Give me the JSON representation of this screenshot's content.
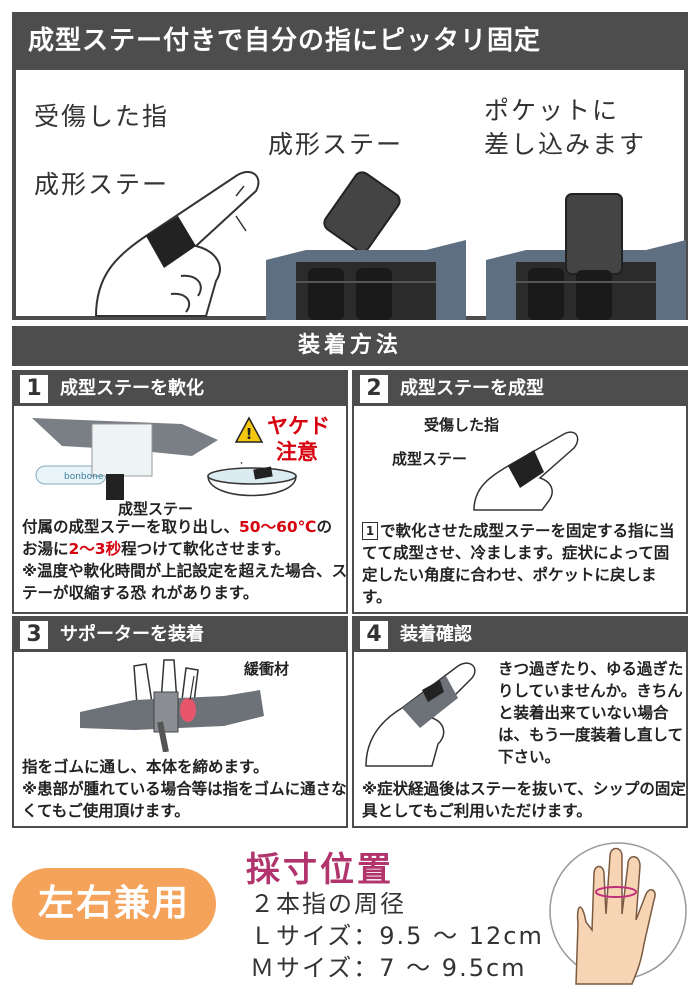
{
  "hero": {
    "title": "成型ステー付きで自分の指にピッタリ固定",
    "label_injured": "受傷した指",
    "label_stay_left": "成形ステー",
    "label_stay_mid": "成形ステー",
    "label_pocket_1": "ポケットに",
    "label_pocket_2": "差し込みます"
  },
  "section": {
    "title": "装着方法"
  },
  "steps": [
    {
      "number": "1",
      "title": "成型ステーを軟化",
      "warning_1": "ヤケド",
      "warning_2": "注意",
      "brand": "bonbone",
      "stay_label": "成型ステー",
      "text_a": "付属の成型ステーを取り出し、",
      "text_temp": "50〜60℃",
      "text_b": "のお湯に",
      "text_sec": "2〜3秒",
      "text_c": "程つけて軟化させます。",
      "text_d": "※温度や軟化時間が上記設定を超えた場合、ステーが収縮する恐 れがあります。"
    },
    {
      "number": "2",
      "title": "成型ステーを成型",
      "label_injured": "受傷した指",
      "label_stay": "成型ステー",
      "ref": "1",
      "text": "で軟化させた成型ステーを固定する指に当てて成型させ、冷まします。症状によって固定したい角度に合わせ、ポケットに戻します。"
    },
    {
      "number": "3",
      "title": "サポーターを装着",
      "label_cushion": "緩衝材",
      "text_a": "指をゴムに通し、本体を締めます。",
      "text_b": "※患部が腫れている場合等は指をゴムに通さなくてもご使用頂けます。"
    },
    {
      "number": "4",
      "title": "装着確認",
      "text_a": "きつ過ぎたり、ゆる過ぎたりしていませんか。きちんと装着出来ていない場合は、もう一度装着し直して下さい。",
      "text_b": "※症状経過後はステーを抜いて、シップの固定具としてもご利用いただけます。"
    }
  ],
  "bottom": {
    "badge": "左右兼用",
    "measure_title": "採寸位置",
    "line_1": "２本指の周径",
    "line_2": "Ｌサイズ：9.5 〜 12cm",
    "line_3": "Ｍサイズ：7 〜 9.5cm"
  },
  "colors": {
    "panel": "#4d4d4d",
    "accent_red": "#d7000f",
    "badge_orange": "#f5a25a",
    "measure_pink": "#b1346c",
    "support_blue": "#5f6f82"
  }
}
